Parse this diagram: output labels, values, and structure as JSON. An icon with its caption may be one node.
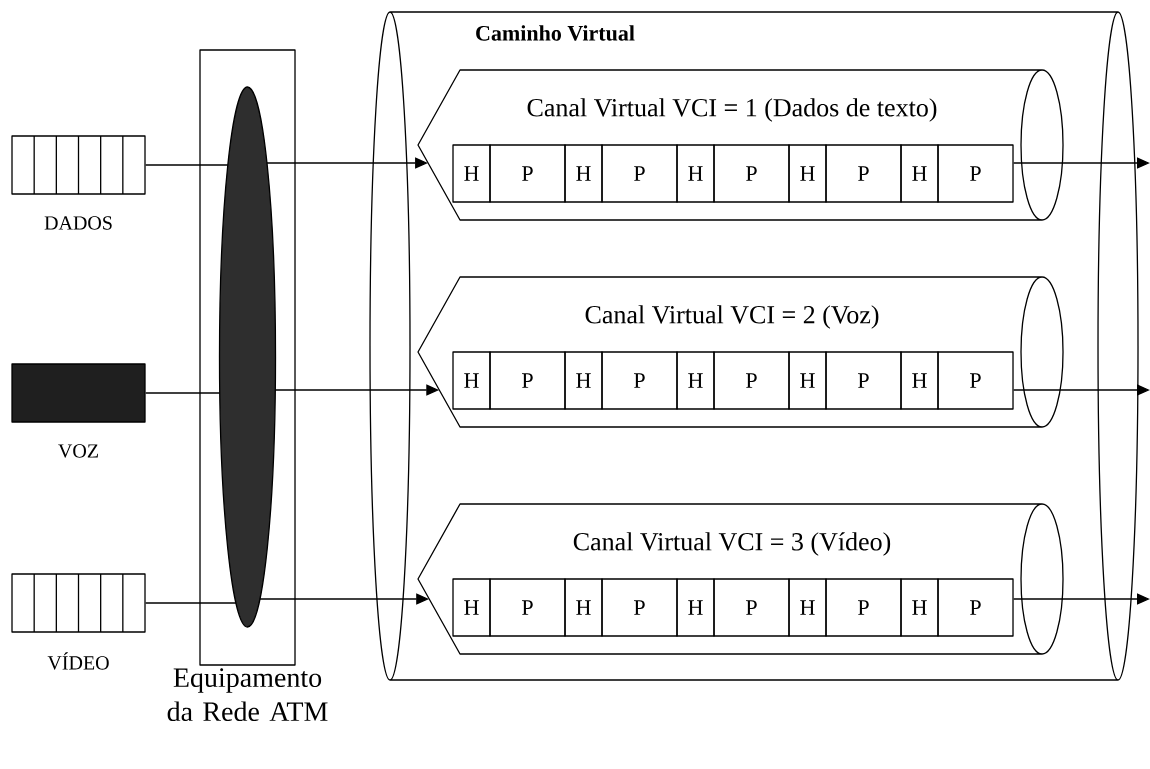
{
  "diagram": {
    "nodes": [
      {
        "text": [],
        "shape": "box",
        "beside": [
          "DADOS"
        ]
      },
      {
        "text": [],
        "shape": "box",
        "beside": [
          "VOZ"
        ]
      },
      {
        "text": [],
        "shape": "box",
        "beside": [
          "VÍDEO"
        ]
      },
      {
        "text": [
          "Equipamento da Rede ATM"
        ]
      },
      {
        "text": [],
        "shape": "ellipse",
        "in": 3
      },
      {
        "text": [
          "Caminho Virtual"
        ]
      },
      {
        "text": [
          "Canal Virtual VCI = 1 (Dados de texto)"
        ],
        "in": 5
      },
      {
        "text": [
          "H"
        ],
        "in": 6
      },
      {
        "text": [
          "P"
        ],
        "in": 6
      },
      {
        "text": [
          "H"
        ],
        "in": 6
      },
      {
        "text": [
          "P"
        ],
        "in": 6
      },
      {
        "text": [
          "H"
        ],
        "in": 6
      },
      {
        "text": [
          "P"
        ],
        "in": 6
      },
      {
        "text": [
          "H"
        ],
        "in": 6
      },
      {
        "text": [
          "P"
        ],
        "in": 6
      },
      {
        "text": [
          "H"
        ],
        "in": 6
      },
      {
        "text": [
          "P"
        ],
        "in": 6
      },
      {
        "text": [
          "Canal Virtual VCI = 2 (Voz)"
        ],
        "in": 5
      },
      {
        "text": [
          "H"
        ],
        "in": 17
      },
      {
        "text": [
          "P"
        ],
        "in": 17
      },
      {
        "text": [
          "H"
        ],
        "in": 17
      },
      {
        "text": [
          "P"
        ],
        "in": 17
      },
      {
        "text": [
          "H"
        ],
        "in": 17
      },
      {
        "text": [
          "P"
        ],
        "in": 17
      },
      {
        "text": [
          "H"
        ],
        "in": 17
      },
      {
        "text": [
          "P"
        ],
        "in": 17
      },
      {
        "text": [
          "H"
        ],
        "in": 17
      },
      {
        "text": [
          "P"
        ],
        "in": 17
      },
      {
        "text": [
          "Canal Virtual VCI = 3 (Vídeo)"
        ],
        "in": 5
      },
      {
        "text": [
          "H"
        ],
        "in": 28
      },
      {
        "text": [
          "P"
        ],
        "in": 28
      },
      {
        "text": [
          "H"
        ],
        "in": 28
      },
      {
        "text": [
          "P"
        ],
        "in": 28
      },
      {
        "text": [
          "H"
        ],
        "in": 28
      },
      {
        "text": [
          "P"
        ],
        "in": 28
      },
      {
        "text": [
          "H"
        ],
        "in": 28
      },
      {
        "text": [
          "P"
        ],
        "in": 28
      },
      {
        "text": [
          "H"
        ],
        "in": 28
      },
      {
        "text": [
          "P"
        ],
        "in": 28
      }
    ],
    "edges": [
      {
        "from": 0,
        "to": 4,
        "arrow": "none"
      },
      {
        "from": 4,
        "to": 6,
        "arrow": "to"
      },
      {
        "from": 1,
        "to": 4,
        "arrow": "none"
      },
      {
        "from": 4,
        "to": 17,
        "arrow": "to"
      },
      {
        "from": 2,
        "to": 4,
        "arrow": "none"
      },
      {
        "from": 4,
        "to": 28,
        "arrow": "to"
      },
      {
        "from": 16,
        "to": null,
        "arrow": "to"
      },
      {
        "from": 27,
        "to": null,
        "arrow": "to"
      },
      {
        "from": 38,
        "to": null,
        "arrow": "to"
      }
    ]
  }
}
